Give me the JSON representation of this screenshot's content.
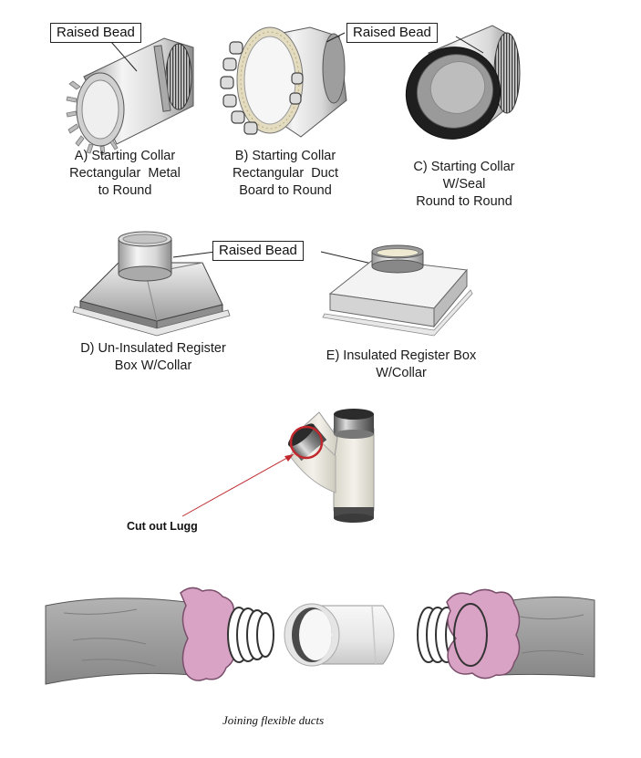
{
  "callouts": {
    "bead_a": "Raised Bead",
    "bead_c": "Raised Bead",
    "bead_d": "Raised Bead"
  },
  "items": {
    "a": [
      "A) Starting Collar",
      "Rectangular  Metal",
      "to Round"
    ],
    "b": [
      "B) Starting Collar",
      "Rectangular  Duct",
      "Board to Round"
    ],
    "c": [
      "C) Starting Collar",
      "W/Seal",
      "Round to Round"
    ],
    "d": [
      "D) Un-Insulated Register",
      "Box W/Collar"
    ],
    "e": [
      "E) Insulated Register Box",
      "W/Collar"
    ]
  },
  "lugg_label": "Cut out Lugg",
  "joining_caption": "Joining flexible ducts",
  "colors": {
    "duct_grey": "#9a9a9a",
    "insulation_pink": "#d9a3c6",
    "pointer_red": "#c0282d",
    "pipe_white": "#f2f2f2"
  }
}
